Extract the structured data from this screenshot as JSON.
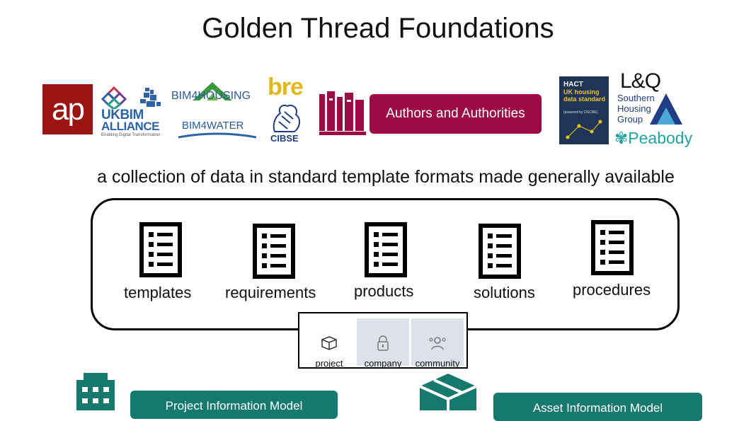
{
  "title": "Golden Thread Foundations",
  "logos": {
    "ap": "ap",
    "ukbim_line1": "UKBIM",
    "ukbim_line2": "ALLIANCE",
    "ukbim_tag": "Enabling Digital Transformation",
    "bim4housing": "BIM4HOUSING",
    "bim4water": "BIM4WATER",
    "bre": "bre",
    "cibse": "CIBSE",
    "hact_1": "HACT",
    "hact_2": "UK housing data standard",
    "hact_3": "(powered by OSCRE)",
    "lq": "L&Q",
    "southern": "Southern Housing Group",
    "peabody": "Peabody"
  },
  "authors_button": "Authors and Authorities",
  "subtitle": "a collection of data in standard template formats made generally available",
  "categories": [
    {
      "label": "templates",
      "icon": "document-list-icon"
    },
    {
      "label": "requirements",
      "icon": "document-list-icon"
    },
    {
      "label": "products",
      "icon": "document-list-icon"
    },
    {
      "label": "solutions",
      "icon": "document-list-icon"
    },
    {
      "label": "procedures",
      "icon": "document-list-icon"
    }
  ],
  "tabs": [
    {
      "label": "project",
      "icon": "box-icon",
      "selected": false
    },
    {
      "label": "company",
      "icon": "lock-icon",
      "selected": true
    },
    {
      "label": "community",
      "icon": "people-icon",
      "selected": true
    }
  ],
  "bottom": {
    "pim": "Project Information Model",
    "aim": "Asset Information Model"
  },
  "colors": {
    "authors_bg": "#9c0b45",
    "teal": "#16796e",
    "ap_red": "#9b1414"
  }
}
